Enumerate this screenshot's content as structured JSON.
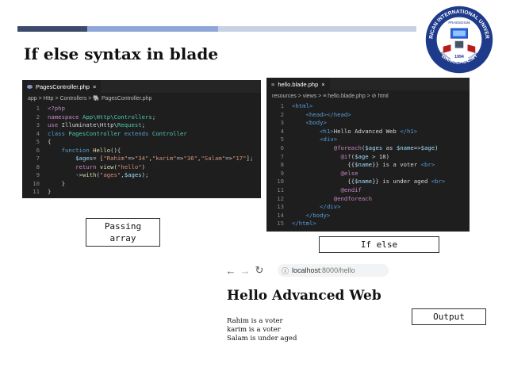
{
  "title": "If else syntax in blade",
  "logo": {
    "top_text": "AMERICAN INTERNATIONAL UNIVERSITY",
    "bottom_text": "BANGLADESH",
    "inner_top": "PRAESIDIUM",
    "year": "1994",
    "left_word": "Religiosa",
    "right_word": "Scientia"
  },
  "controller_panel": {
    "tab_label": "PagesController.php",
    "close_glyph": "×",
    "breadcrumb": "app > Http > Controllers > 🐘 PagesController.php",
    "lines": [
      {
        "n": "1",
        "parts": [
          [
            "p",
            "<?php"
          ]
        ]
      },
      {
        "n": "2",
        "parts": [
          [
            "p",
            "namespace "
          ],
          [
            "t",
            "App\\Http\\Controllers"
          ],
          [
            "w",
            ";"
          ]
        ]
      },
      {
        "n": "3",
        "parts": [
          [
            "p",
            "use "
          ],
          [
            "w",
            "Illuminate\\Http\\"
          ],
          [
            "t",
            "Request"
          ],
          [
            "w",
            ";"
          ]
        ]
      },
      {
        "n": "4",
        "parts": [
          [
            "k",
            "class "
          ],
          [
            "t",
            "PagesController "
          ],
          [
            "k",
            "extends "
          ],
          [
            "t",
            "Controller"
          ]
        ]
      },
      {
        "n": "5",
        "parts": [
          [
            "w",
            "{"
          ]
        ]
      },
      {
        "n": "6",
        "parts": [
          [
            "w",
            "    "
          ],
          [
            "k",
            "function "
          ],
          [
            "f",
            "Hello"
          ],
          [
            "w",
            "(){"
          ]
        ]
      },
      {
        "n": "7",
        "parts": [
          [
            "w",
            "        "
          ],
          [
            "v",
            "$ages"
          ],
          [
            "w",
            "= ["
          ],
          [
            "s",
            "\"Rahim\""
          ],
          [
            "w",
            "=>"
          ],
          [
            "s",
            "\"34\""
          ],
          [
            "w",
            ","
          ],
          [
            "s",
            "\"karim\""
          ],
          [
            "w",
            "=>"
          ],
          [
            "s",
            "\"36\""
          ],
          [
            "w",
            ","
          ],
          [
            "s",
            "\"Salam\""
          ],
          [
            "w",
            "=>"
          ],
          [
            "s",
            "\"17\""
          ],
          [
            "w",
            "];"
          ]
        ]
      },
      {
        "n": "8",
        "parts": [
          [
            "w",
            "        "
          ],
          [
            "p",
            "return "
          ],
          [
            "f",
            "view"
          ],
          [
            "w",
            "("
          ],
          [
            "s",
            "\"hello\""
          ],
          [
            "w",
            ")"
          ]
        ]
      },
      {
        "n": "9",
        "parts": [
          [
            "w",
            "        ->"
          ],
          [
            "f",
            "with"
          ],
          [
            "w",
            "("
          ],
          [
            "s",
            "\"ages\""
          ],
          [
            "w",
            ","
          ],
          [
            "v",
            "$ages"
          ],
          [
            "w",
            ");"
          ]
        ]
      },
      {
        "n": "10",
        "parts": [
          [
            "w",
            "    }"
          ]
        ]
      },
      {
        "n": "11",
        "parts": [
          [
            "w",
            "}"
          ]
        ]
      }
    ]
  },
  "blade_panel": {
    "tab_label": "hello.blade.php",
    "close_glyph": "×",
    "breadcrumb": "resources > views > ≡ hello.blade.php > ⊘ html",
    "lines": [
      {
        "n": "1",
        "parts": [
          [
            "k",
            "<html>"
          ]
        ]
      },
      {
        "n": "2",
        "parts": [
          [
            "w",
            "    "
          ],
          [
            "k",
            "<head></head>"
          ]
        ]
      },
      {
        "n": "3",
        "parts": [
          [
            "w",
            "    "
          ],
          [
            "k",
            "<body>"
          ]
        ]
      },
      {
        "n": "4",
        "parts": [
          [
            "w",
            "        "
          ],
          [
            "k",
            "<h1>"
          ],
          [
            "w",
            "Hello Advanced Web "
          ],
          [
            "k",
            "</h1>"
          ]
        ]
      },
      {
        "n": "5",
        "parts": [
          [
            "w",
            "        "
          ],
          [
            "k",
            "<div>"
          ]
        ]
      },
      {
        "n": "6",
        "parts": [
          [
            "w",
            "            "
          ],
          [
            "p",
            "@foreach"
          ],
          [
            "w",
            "("
          ],
          [
            "v",
            "$ages"
          ],
          [
            "w",
            " as "
          ],
          [
            "v",
            "$name"
          ],
          [
            "w",
            "=>"
          ],
          [
            "v",
            "$age"
          ],
          [
            "w",
            ")"
          ]
        ]
      },
      {
        "n": "7",
        "parts": [
          [
            "w",
            "              "
          ],
          [
            "p",
            "@if"
          ],
          [
            "w",
            "("
          ],
          [
            "v",
            "$age"
          ],
          [
            "w",
            " > 18)"
          ]
        ]
      },
      {
        "n": "8",
        "parts": [
          [
            "w",
            "                "
          ],
          [
            "w",
            "{{"
          ],
          [
            "v",
            "$name"
          ],
          [
            "w",
            "}} is a voter "
          ],
          [
            "k",
            "<br>"
          ]
        ]
      },
      {
        "n": "9",
        "parts": [
          [
            "w",
            "              "
          ],
          [
            "p",
            "@else"
          ]
        ]
      },
      {
        "n": "10",
        "parts": [
          [
            "w",
            "                "
          ],
          [
            "w",
            "{{"
          ],
          [
            "v",
            "$name"
          ],
          [
            "w",
            "}} is under aged "
          ],
          [
            "k",
            "<br>"
          ]
        ]
      },
      {
        "n": "11",
        "parts": [
          [
            "w",
            "              "
          ],
          [
            "p",
            "@endif"
          ]
        ]
      },
      {
        "n": "12",
        "parts": [
          [
            "w",
            "            "
          ],
          [
            "p",
            "@endforeach"
          ]
        ]
      },
      {
        "n": "13",
        "parts": [
          [
            "w",
            "        "
          ],
          [
            "k",
            "</div>"
          ]
        ]
      },
      {
        "n": "14",
        "parts": [
          [
            "w",
            "    "
          ],
          [
            "k",
            "</body>"
          ]
        ]
      },
      {
        "n": "15",
        "parts": [
          [
            "k",
            "</html>"
          ]
        ]
      }
    ]
  },
  "labels": {
    "passing_line1": "Passing",
    "passing_line2": "array",
    "if_else": "If else",
    "output": "Output"
  },
  "browser": {
    "back_icon": "←",
    "forward_icon": "→",
    "reload_icon": "↻",
    "info_icon": "ⓘ",
    "url_host": "localhost",
    "url_path": ":8000/hello",
    "heading": "Hello Advanced Web",
    "lines": [
      "Rahim is a voter",
      "karim is a voter",
      "Salam is under aged"
    ]
  },
  "colors": {
    "editor_bg": "#1e1e1e",
    "keyword": "#569cd6",
    "control": "#c586c0",
    "string": "#ce9178",
    "variable": "#9cdcfe",
    "function": "#dcdcaa",
    "type": "#4ec9b0",
    "logo_blue": "#1e3a8a"
  }
}
